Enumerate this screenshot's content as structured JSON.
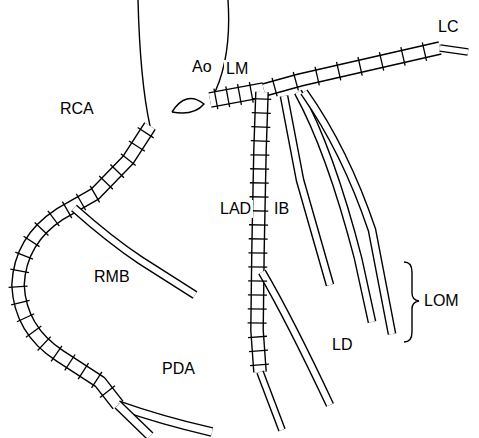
{
  "diagram": {
    "labels": [
      "Ao",
      "LM",
      "LC",
      "RCA",
      "LAD",
      "IB",
      "LOM",
      "RMB",
      "PDA",
      "LD"
    ]
  }
}
